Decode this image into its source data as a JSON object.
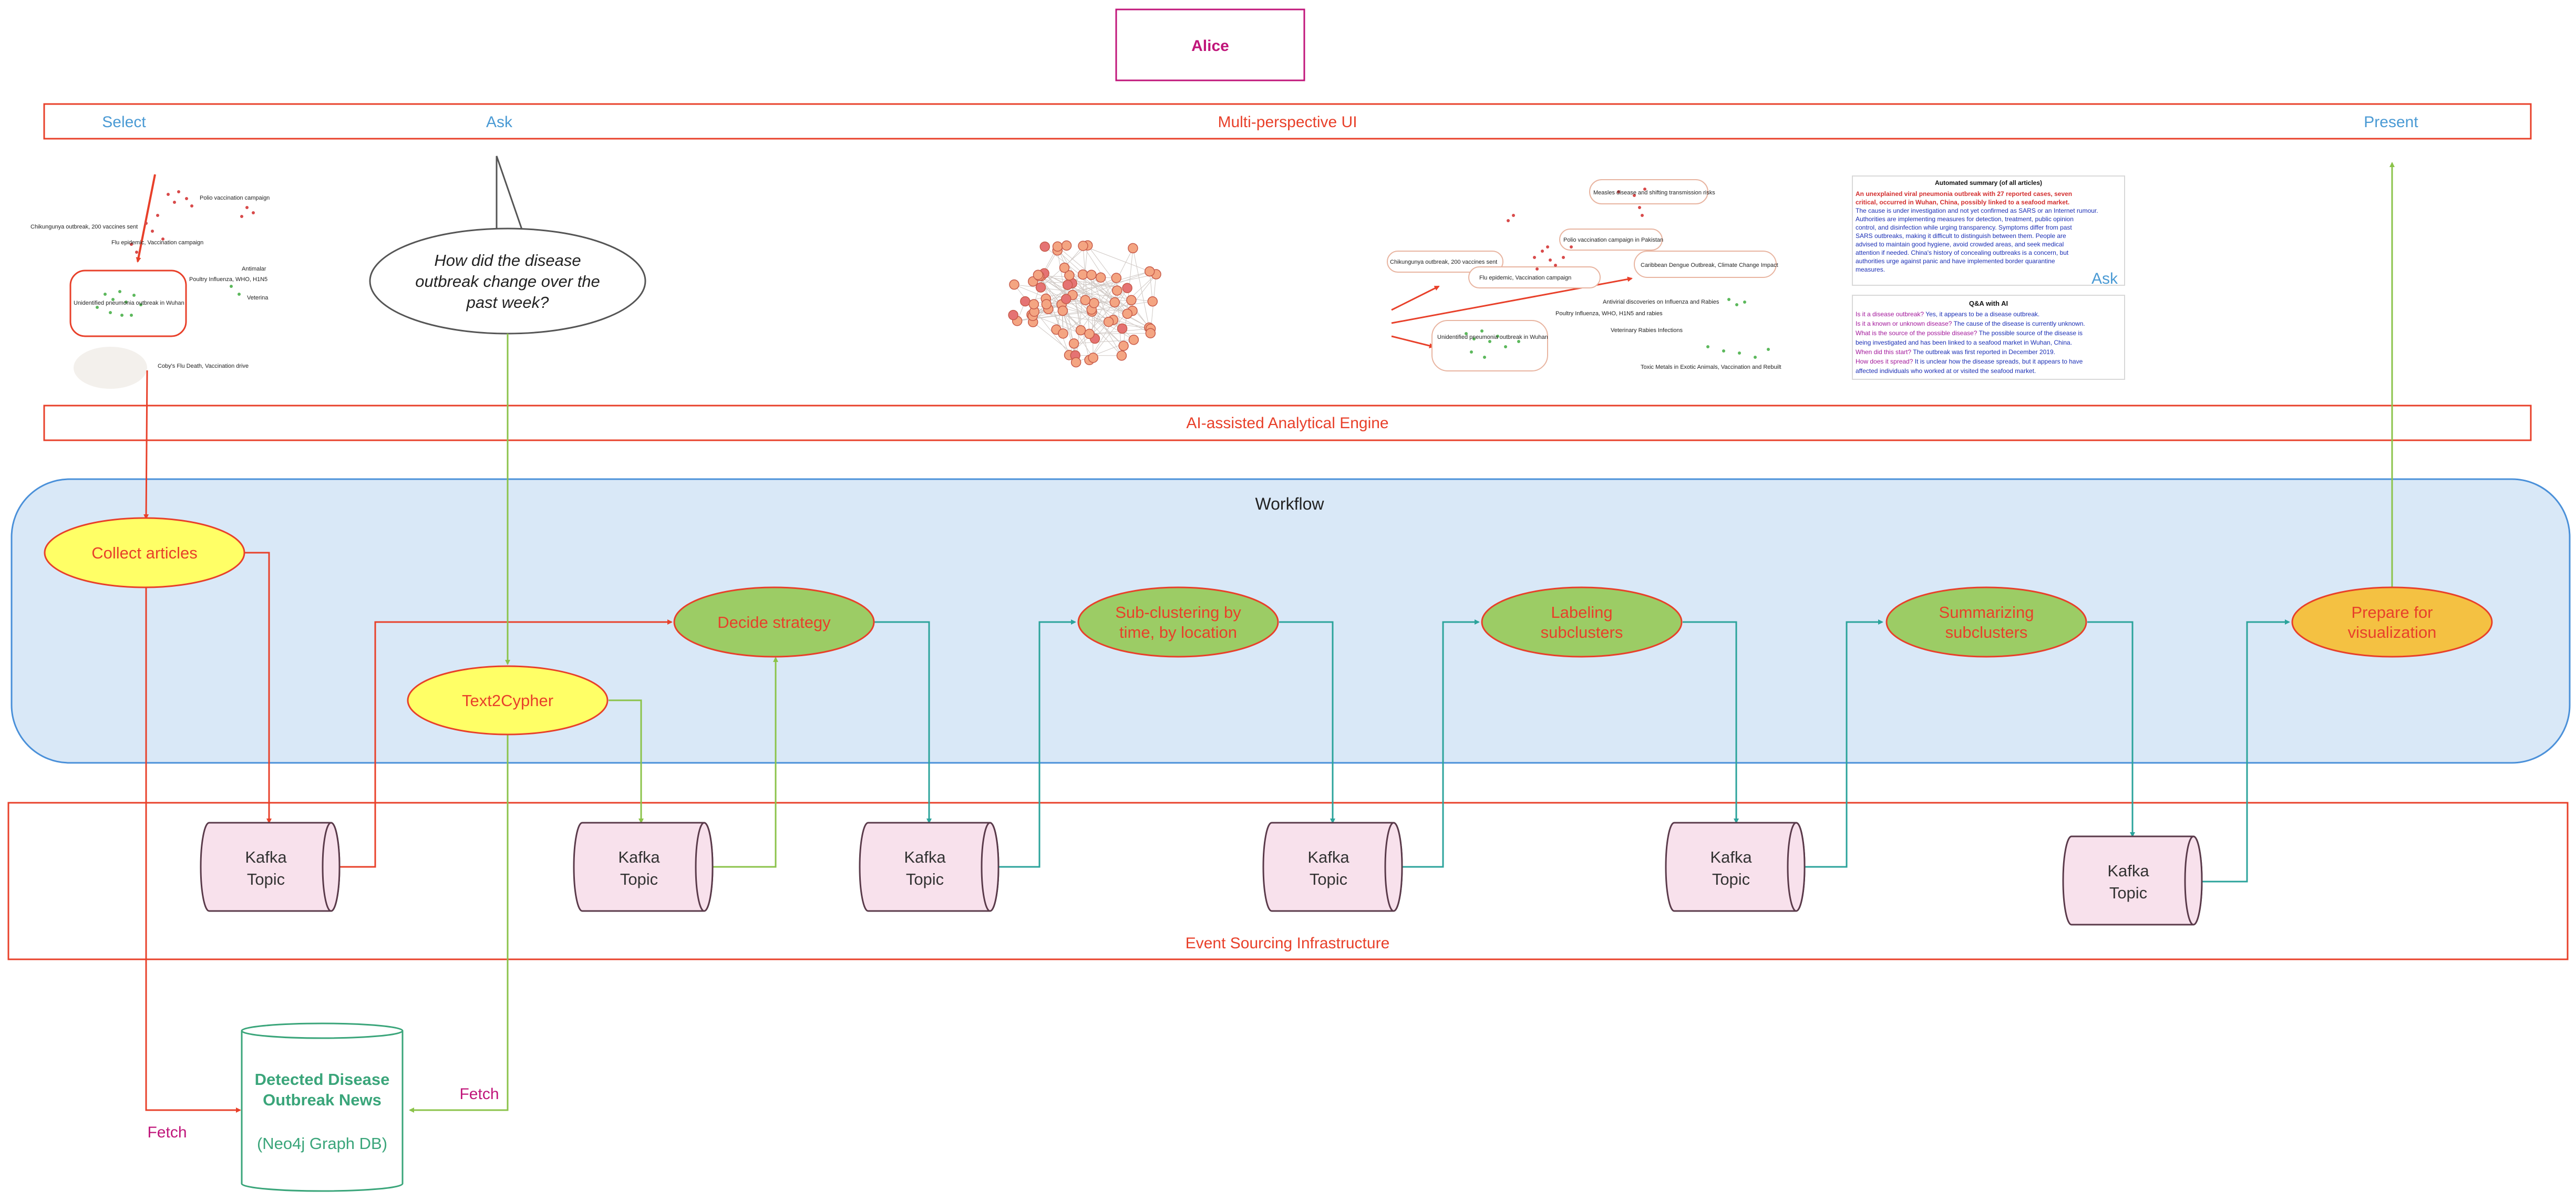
{
  "colors": {
    "red": "#e8402a",
    "blue": "#4a9ad4",
    "magenta": "#c0157a",
    "green_line": "#8bc34a",
    "teal": "#2ba39b",
    "workflow_fill": "#d9e8f7",
    "workflow_stroke": "#4a90d9",
    "yellow": "#ffff66",
    "green_node": "#9ccc65",
    "orange_node": "#f4c142",
    "kafka_fill": "#f8e1ec",
    "db_green": "#3aa57a"
  },
  "user": {
    "name": "Alice"
  },
  "ui_bar": {
    "select": "Select",
    "ask": "Ask",
    "title": "Multi-perspective UI",
    "present": "Present"
  },
  "question": "How did the disease outbreak change over the past week?",
  "engine": {
    "label": "AI-assisted Analytical Engine"
  },
  "workflow": {
    "title": "Workflow",
    "collect": "Collect articles",
    "text2cypher": "Text2Cypher",
    "decide": "Decide strategy",
    "subcluster": "Sub-clustering by time, by location",
    "labeling": "Labeling subclusters",
    "summarizing": "Summarizing subclusters",
    "prepare": "Prepare for visualization"
  },
  "kafka": {
    "line1": "Kafka",
    "line2": "Topic"
  },
  "infrastructure": {
    "label": "Event Sourcing Infrastructure"
  },
  "db": {
    "title_line1": "Detected Disease",
    "title_line2": "Outbreak News",
    "subtitle": "(Neo4j Graph DB)"
  },
  "fetch": {
    "left": "Fetch",
    "right": "Fetch"
  },
  "thumb_left": {
    "l1": "Polio vaccination campaign",
    "l2": "Chikungunya outbreak, 200 vaccines sent",
    "l3": "Flu epidemic, Vaccination campaign",
    "l4": "Poultry Influenza, WHO, H1N5",
    "l5": "Unidentified pneumonia outbreak in Wuhan",
    "l6": "Antimalar",
    "l7": "Veterina",
    "l8": "Coby's Flu Death, Vaccination drive"
  },
  "thumb_right": {
    "l1": "Measles disease and shifting transmission risks",
    "l2": "Polio vaccination campaign in Pakistan",
    "l3": "Chikungunya outbreak, 200 vaccines sent",
    "l4": "Flu epidemic, Vaccination campaign",
    "l5": "Caribbean Dengue Outbreak, Climate Change Impact",
    "l6": "Antivirial discoveries on Influenza and Rabies",
    "l7": "Poultry Influenza, WHO, H1N5 and rabies",
    "l8": "Unidentified pneumonia outbreak in Wuhan",
    "l9": "Veterinary Rabies Infections",
    "l10": "Toxic Metals in Exotic Animals, Vaccination and Rebuilt"
  },
  "summary": {
    "title": "Automated summary (of all articles)",
    "lead1": "An unexplained viral pneumonia outbreak with 27 reported cases, seven",
    "lead2": "critical, occurred in Wuhan, China, possibly linked to a seafood market.",
    "b1": "The cause is under investigation and not yet confirmed as SARS or an Internet rumour.",
    "b2": "Authorities are implementing measures for detection, treatment, public opinion",
    "b3": "control, and disinfection while urging transparency. Symptoms differ from past",
    "b4": "SARS outbreaks, making it difficult to distinguish between them. People are",
    "b5": "advised to maintain good hygiene, avoid crowded areas, and seek medical",
    "b6": "attention if needed. China's history of concealing outbreaks is a concern, but",
    "b7": "authorities urge against panic and have implemented border quarantine",
    "b8": "measures."
  },
  "ask_label": "Ask",
  "qa": {
    "title": "Q&A with AI",
    "q1": "Is it a disease outbreak?",
    "a1": "Yes, it appears to be a disease outbreak.",
    "q2": "Is it a known or unknown disease?",
    "a2": "The cause of the disease is currently unknown.",
    "q3": "What is the source of the possible disease?",
    "a3a": "The possible source of the disease is",
    "a3b": "being investigated and has been linked to a seafood market in Wuhan, China.",
    "q4": "When did this start?",
    "a4": "The outbreak was first reported in December 2019.",
    "q5": "How does it spread?",
    "a5a": "It is unclear how the disease spreads, but it appears to have",
    "a5b": "affected individuals who worked at or visited the seafood market."
  }
}
